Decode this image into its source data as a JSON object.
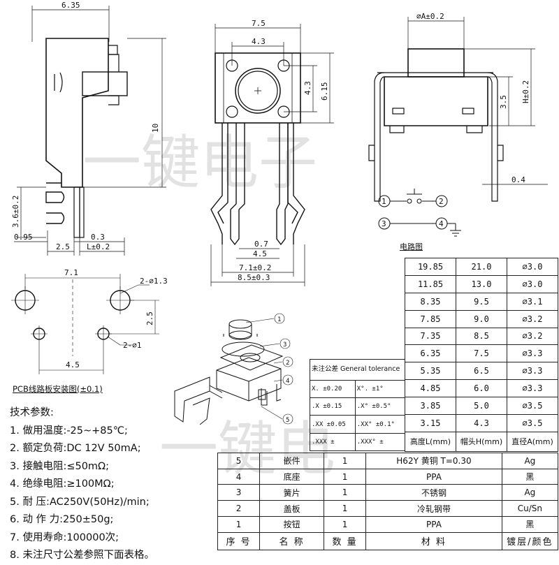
{
  "watermark": {
    "top": "一键电子",
    "bottom": "一键电"
  },
  "side_view": {
    "dims": [
      "6.35",
      "10",
      "3.6±0.2",
      "0.95",
      "2.5",
      "L±0.2",
      "0.3"
    ]
  },
  "front_view": {
    "dims": [
      "7.5",
      "4.3",
      "4.3",
      "6.15",
      "0.7",
      "4.5",
      "7.1±0.2",
      "8.5±0.3"
    ]
  },
  "right_view": {
    "dims": [
      "⌀A±0.2",
      "3.5",
      "H±0.2",
      "0.4"
    ]
  },
  "circuit": {
    "title": "电路图",
    "pins": [
      "1",
      "2",
      "3",
      "4"
    ]
  },
  "pcb": {
    "dims": [
      "7.1",
      "2-⌀1.3",
      "2.5",
      "2-⌀1",
      "4.5"
    ],
    "title": "PCB线路板安装图(±0.1)"
  },
  "exploded": {
    "callouts": [
      "1",
      "2",
      "3",
      "4",
      "5"
    ]
  },
  "height_table": {
    "rows": [
      [
        "19.85",
        "21.0",
        "⌀3.0"
      ],
      [
        "11.85",
        "13.0",
        "⌀3.0"
      ],
      [
        "8.35",
        "9.5",
        "⌀3.1"
      ],
      [
        "7.85",
        "9.0",
        "⌀3.2"
      ],
      [
        "7.35",
        "8.5",
        "⌀3.2"
      ],
      [
        "6.35",
        "7.5",
        "⌀3.3"
      ],
      [
        "5.35",
        "6.5",
        "⌀3.3"
      ],
      [
        "4.85",
        "6.0",
        "⌀3.3"
      ],
      [
        "3.85",
        "5.0",
        "⌀3.5"
      ],
      [
        "3.15",
        "4.3",
        "⌀3.5"
      ]
    ],
    "headers": [
      "高度L(mm)",
      "帽头H(mm)",
      "直径A(mm)"
    ]
  },
  "tolerance": {
    "title": "未注公差 General tolerance",
    "rows": [
      [
        "X.  ±0.20",
        "X°.  ±1°"
      ],
      [
        ".X  ±0.15",
        ".X°  ±0.5°"
      ],
      [
        ".XX ±0.05",
        ".XX° ±0.1°"
      ],
      [
        ".XXX ±",
        ".XXX° ±"
      ]
    ]
  },
  "bom": {
    "rows": [
      [
        "5",
        "嵌件",
        "1",
        "H62Y 黄铜 T=0.30",
        "Ag"
      ],
      [
        "4",
        "底座",
        "1",
        "PPA",
        "黑"
      ],
      [
        "3",
        "簧片",
        "1",
        "不锈钢",
        "Ag"
      ],
      [
        "2",
        "盖板",
        "1",
        "冷轧钢带",
        "Cu/Sn"
      ],
      [
        "1",
        "按钮",
        "1",
        "PPA",
        "黑"
      ]
    ],
    "headers": [
      "序 号",
      "名  称",
      "数 量",
      "材    料",
      "镀层/颜色"
    ]
  },
  "specs": {
    "title": "技术参数:",
    "items": [
      "1. 做用温度:-25~+85℃;",
      "2. 额定负荷:DC 12V 50mA;",
      "3. 接触电阻:≤50mΩ;",
      "4. 绝缘电阻:≥100MΩ;",
      "5. 耐    压:AC250V(50Hz)/min;",
      "6. 动 作 力:250±50g;",
      "7. 使用寿命:100000次;",
      "8. 未注尺寸公差参照下面表格。"
    ]
  }
}
